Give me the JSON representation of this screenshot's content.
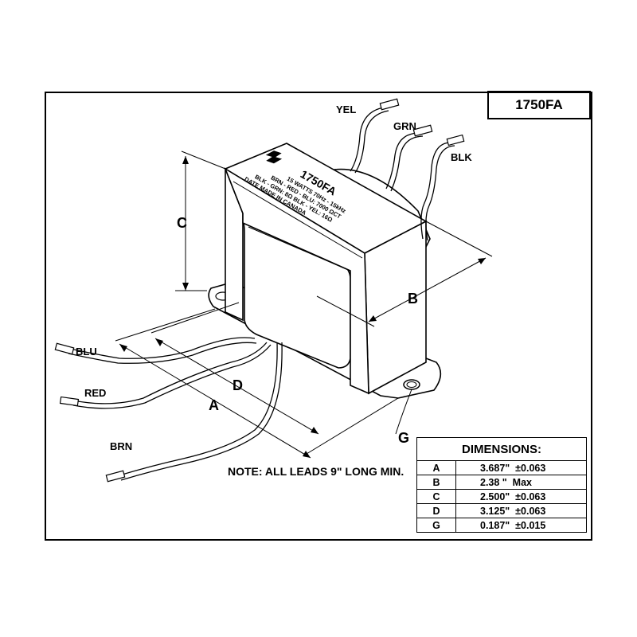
{
  "part_number": "1750FA",
  "labels": {
    "dim_c": "C",
    "dim_b": "B",
    "dim_d": "D",
    "dim_a": "A",
    "dim_g": "G"
  },
  "wires": {
    "yel": "YEL",
    "grn": "GRN",
    "blk": "BLK",
    "blu": "BLU",
    "red": "RED",
    "brn": "BRN"
  },
  "nameplate": {
    "model": "1750FA",
    "line1": "15 WATTS   70Hz - 15kHz",
    "line2": "BRN - RED - BLU: 7000 ΩCT",
    "line3": "BLK - GRN: 8Ω   BLK - YEL: 16Ω",
    "line4": "DATE          MADE IN CANADA"
  },
  "note": "NOTE: ALL LEADS 9\" LONG MIN.",
  "dimensions": {
    "title": "DIMENSIONS:",
    "rows": [
      {
        "key": "A",
        "value": "3.687\"  ±0.063"
      },
      {
        "key": "B",
        "value": "2.38 \"  Max"
      },
      {
        "key": "C",
        "value": "2.500\"  ±0.063"
      },
      {
        "key": "D",
        "value": "3.125\"  ±0.063"
      },
      {
        "key": "G",
        "value": "0.187\"  ±0.015"
      }
    ]
  }
}
